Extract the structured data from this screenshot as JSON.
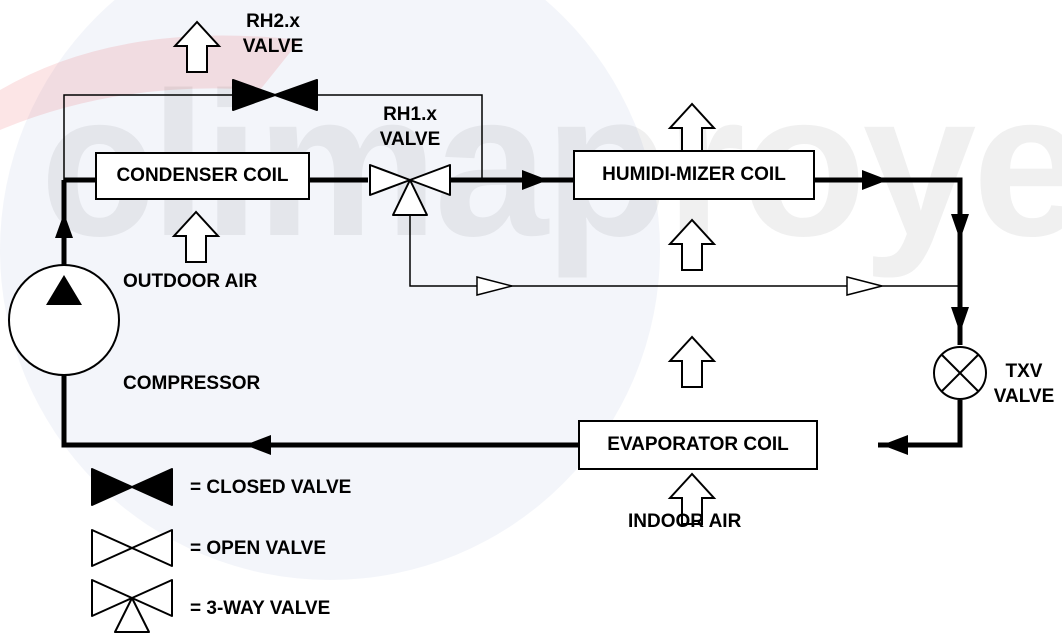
{
  "watermark": {
    "text": "climaproyectos"
  },
  "components": {
    "condenser_coil": "CONDENSER COIL",
    "humidimizer_coil": "HUMIDI-MIZER COIL",
    "evaporator_coil": "EVAPORATOR COIL"
  },
  "labels": {
    "rh2_line1": "RH2.x",
    "rh2_line2": "VALVE",
    "rh1_line1": "RH1.x",
    "rh1_line2": "VALVE",
    "txv_line1": "TXV",
    "txv_line2": "VALVE",
    "outdoor_air": "OUTDOOR AIR",
    "indoor_air": "INDOOR AIR",
    "compressor": "COMPRESSOR"
  },
  "legend": [
    {
      "symbol": "closed-valve",
      "text": "= CLOSED VALVE"
    },
    {
      "symbol": "open-valve",
      "text": "= OPEN VALVE"
    },
    {
      "symbol": "3-way-valve",
      "text": "= 3-WAY VALVE"
    }
  ]
}
